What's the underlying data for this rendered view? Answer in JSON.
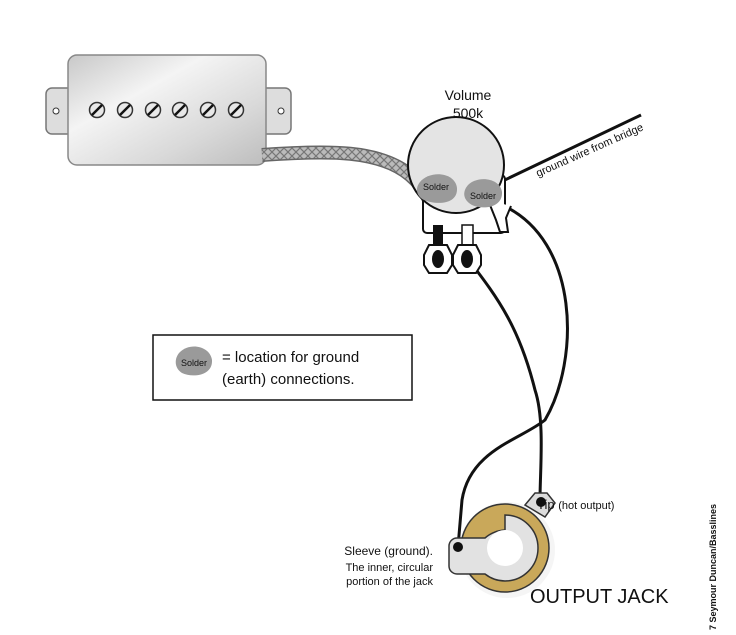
{
  "pot": {
    "title": "Volume",
    "value": "500k"
  },
  "solder_label": "Solder",
  "ground_wire_label": "ground wire from bridge",
  "legend": {
    "solder": "Solder",
    "line1": "= location for ground",
    "line2": "(earth) connections."
  },
  "jack": {
    "tip_label": "Tip",
    "tip_note": "(hot output)",
    "sleeve_lines": [
      "Sleeve (ground).",
      "The inner, circular",
      "portion of the jack"
    ],
    "title": "OUTPUT JACK"
  },
  "credit": "7 Seymour Duncan/Basslines",
  "colors": {
    "jack_ring": "#c9a85a",
    "solder": "#9a9a9a",
    "metal": "#e2e2e2"
  }
}
